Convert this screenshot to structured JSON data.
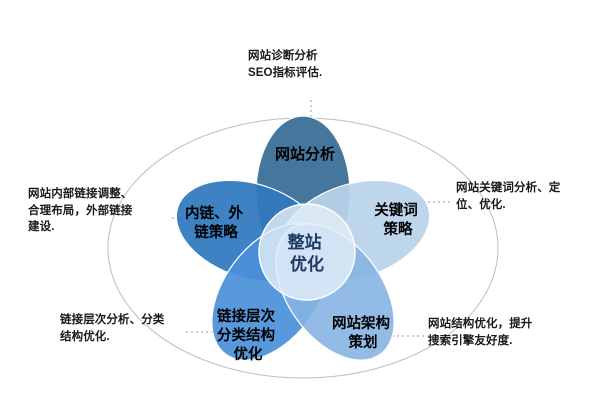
{
  "diagram": {
    "type": "venn-flower",
    "title_center": "整站\n优化",
    "center_lines": [
      "整站",
      "优化"
    ],
    "outer_boundary_color": "#b6b6b6",
    "background": "#ffffff",
    "petals": [
      {
        "id": "site-analysis",
        "lines": [
          "网站分析"
        ],
        "color": "#3d7199",
        "position": "top"
      },
      {
        "id": "keyword-strategy",
        "lines": [
          "关键词",
          "策略"
        ],
        "color": "#b9d3ea",
        "position": "right"
      },
      {
        "id": "site-architecture",
        "lines": [
          "网站架构",
          "策划"
        ],
        "color": "#86b4e2",
        "position": "bottom-right"
      },
      {
        "id": "link-hierarchy",
        "lines": [
          "链接层次",
          "分类结构",
          "优化"
        ],
        "color": "#4a90d9",
        "position": "bottom-left"
      },
      {
        "id": "link-strategy",
        "lines": [
          "内链、外",
          "链策略"
        ],
        "color": "#2f79c0",
        "position": "left"
      }
    ],
    "annotations": [
      {
        "id": "annotation-top",
        "lines": [
          "网站诊断分析",
          "SEO指标评估."
        ],
        "text": "网站诊断分析\nSEO指标评估.",
        "target": "site-analysis"
      },
      {
        "id": "annotation-right",
        "lines": [
          "网站关键词分析、定",
          "位、优化."
        ],
        "text": "网站关键词分析、定\n位、优化.",
        "target": "keyword-strategy"
      },
      {
        "id": "annotation-bottom-right",
        "lines": [
          "网站结构优化，提升",
          "搜索引擎友好度."
        ],
        "text": "网站结构优化，提升\n搜索引擎友好度.",
        "target": "site-architecture"
      },
      {
        "id": "annotation-bottom-left",
        "lines": [
          "链接层次分析、分类",
          "结构优化."
        ],
        "text": "链接层次分析、分类\n结构优化.",
        "target": "link-hierarchy"
      },
      {
        "id": "annotation-left",
        "lines": [
          "网站内部链接调整、",
          "合理布局，外部链接",
          "建设."
        ],
        "text": "网站内部链接调整、\n合理布局，外部链接\n建设.",
        "target": "link-strategy"
      }
    ]
  }
}
